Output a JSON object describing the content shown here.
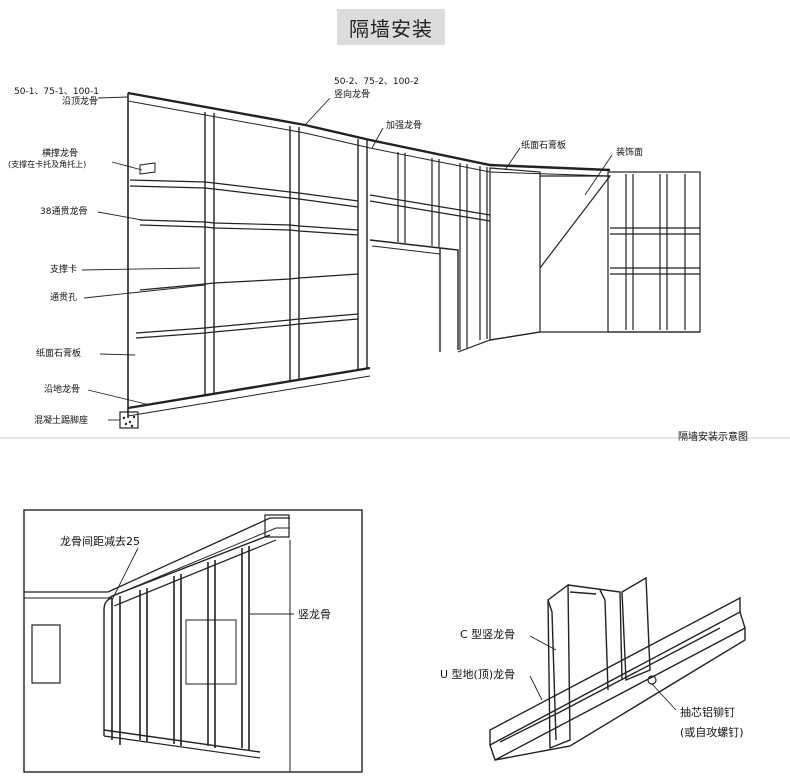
{
  "title": "隔墙安装",
  "top_diagram": {
    "caption": "隔墙安装示意图",
    "labels": {
      "top_track_code": "50-1、75-1、100-1",
      "top_track": "沿顶龙骨",
      "stud_code": "50-2、75-2、100-2",
      "stud": "竖向龙骨",
      "reinforce": "加强龙骨",
      "board_right": "纸面石膏板",
      "finish": "装饰面",
      "cross_stud": "横撑龙骨",
      "cross_stud_note": "(支撑在卡托及角托上)",
      "through38": "38通贯龙骨",
      "brace_clip": "支撑卡",
      "through_hole": "通贯孔",
      "board_left": "纸面石膏板",
      "floor_track": "沿地龙骨",
      "concrete_base": "混凝土踢脚座"
    }
  },
  "bottom_left": {
    "spacing_label": "龙骨间距减去25",
    "stud_label": "竖龙骨"
  },
  "bottom_right": {
    "c_stud": "C 型竖龙骨",
    "u_track": "U 型地(顶)龙骨",
    "rivet": "抽芯铝铆钉",
    "screw": "(或自攻螺钉)"
  }
}
